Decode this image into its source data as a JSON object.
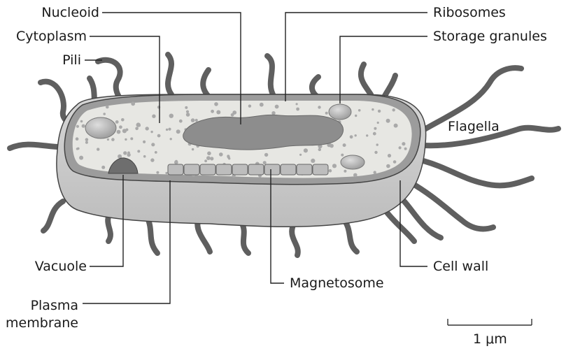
{
  "labels": {
    "nucleoid": "Nucleoid",
    "cytoplasm": "Cytoplasm",
    "pili": "Pili",
    "ribosomes": "Ribosomes",
    "storage_granules": "Storage granules",
    "flagella": "Flagella",
    "vacuole": "Vacuole",
    "cell_wall": "Cell wall",
    "magnetosome": "Magnetosome",
    "plasma_membrane_line1": "Plasma",
    "plasma_membrane_line2": "membrane"
  },
  "scale_bar": {
    "label": "1 μm"
  },
  "colors": {
    "cytoplasm_fill": "#e7e7e3",
    "wall_body": "#c9c9c9",
    "nucleoid": "#8d8d8d",
    "appendage": "#6f6f6f",
    "granule": "#b4b4b4"
  }
}
